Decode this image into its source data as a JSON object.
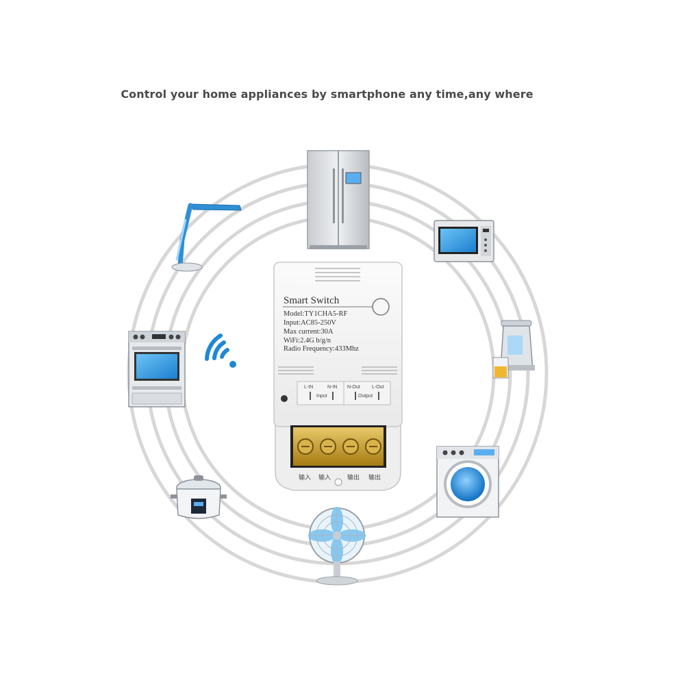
{
  "headline": "Control your home appliances by smartphone any time,any where",
  "device": {
    "title": "Smart Switch",
    "model": "Model:TY1CHA5-RF",
    "input": "Input:AC85-250V",
    "max_current": "Max current:30A",
    "wifi": "WiFi:2.4G b/g/n",
    "radio": "Radio Frequency:433Mhz",
    "terminals": {
      "l_in": "L-IN",
      "n_in": "N-IN",
      "n_out": "N-Out",
      "l_out": "L-Out",
      "input_label": "Input",
      "output_label": "Output"
    },
    "terminal_bottom_labels": [
      "输入",
      "输入",
      "输出",
      "输出"
    ]
  },
  "appliances": [
    "refrigerator-icon",
    "microwave-icon",
    "juicer-icon",
    "washing-machine-icon",
    "fan-icon",
    "rice-cooker-icon",
    "oven-icon",
    "desk-lamp-icon"
  ],
  "colors": {
    "accent_blue": "#1e88d6",
    "ring_gray": "#d4d4d4",
    "terminal_gold": "#c9a227"
  }
}
